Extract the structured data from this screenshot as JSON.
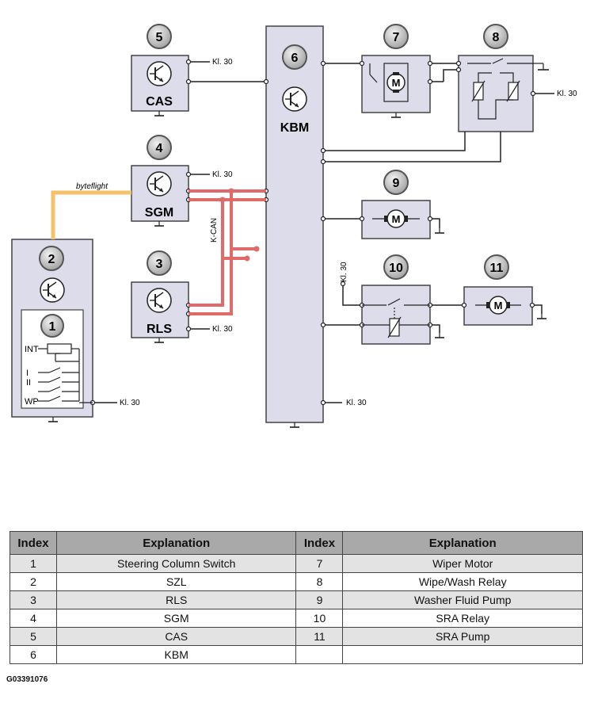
{
  "diagram": {
    "kl30": "Kl. 30",
    "bus_byteflight": "byteflight",
    "bus_kcan": "K-CAN",
    "motor_symbol": "M",
    "switch_labels": {
      "int": "INT",
      "i": "I",
      "ii": "II",
      "wp": "WP"
    },
    "modules": {
      "cas": {
        "number": "5",
        "label": "CAS"
      },
      "sgm": {
        "number": "4",
        "label": "SGM"
      },
      "rls": {
        "number": "3",
        "label": "RLS"
      },
      "kbm": {
        "number": "6",
        "label": "KBM"
      },
      "szl": {
        "number": "2"
      },
      "switch": {
        "number": "1"
      },
      "wiper_motor": {
        "number": "7"
      },
      "wipe_relay": {
        "number": "8"
      },
      "washer_pump": {
        "number": "9"
      },
      "sra_relay": {
        "number": "10"
      },
      "sra_pump": {
        "number": "11"
      }
    }
  },
  "legend": {
    "headers": {
      "index": "Index",
      "explanation": "Explanation"
    },
    "rows": [
      {
        "left_index": "1",
        "left_text": "Steering Column Switch",
        "right_index": "7",
        "right_text": "Wiper Motor"
      },
      {
        "left_index": "2",
        "left_text": "SZL",
        "right_index": "8",
        "right_text": "Wipe/Wash Relay"
      },
      {
        "left_index": "3",
        "left_text": "RLS",
        "right_index": "9",
        "right_text": "Washer Fluid Pump"
      },
      {
        "left_index": "4",
        "left_text": "SGM",
        "right_index": "10",
        "right_text": "SRA Relay"
      },
      {
        "left_index": "5",
        "left_text": "CAS",
        "right_index": "11",
        "right_text": "SRA Pump"
      },
      {
        "left_index": "6",
        "left_text": "KBM",
        "right_index": "",
        "right_text": ""
      }
    ]
  },
  "figure_code": "G03391076",
  "colors": {
    "module_fill": "#dcdcea",
    "bubble_fill": "#bdbdbd",
    "kcan": "#e06a6a",
    "byteflight": "#f5c26b"
  }
}
